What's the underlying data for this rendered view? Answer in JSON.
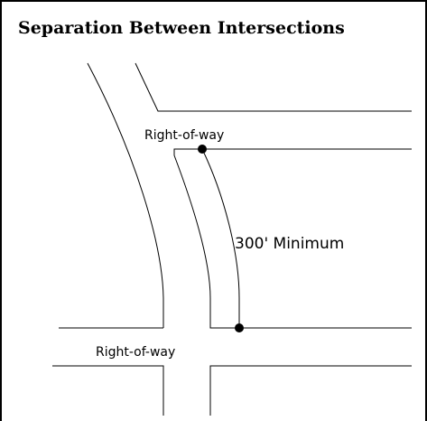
{
  "title": "Separation Between Intersections",
  "labels": {
    "upper_right_of_way": "Right-of-way",
    "lower_right_of_way": "Right-of-way",
    "separation": "300' Minimum"
  },
  "colors": {
    "stroke": "#000000",
    "background": "#ffffff"
  }
}
